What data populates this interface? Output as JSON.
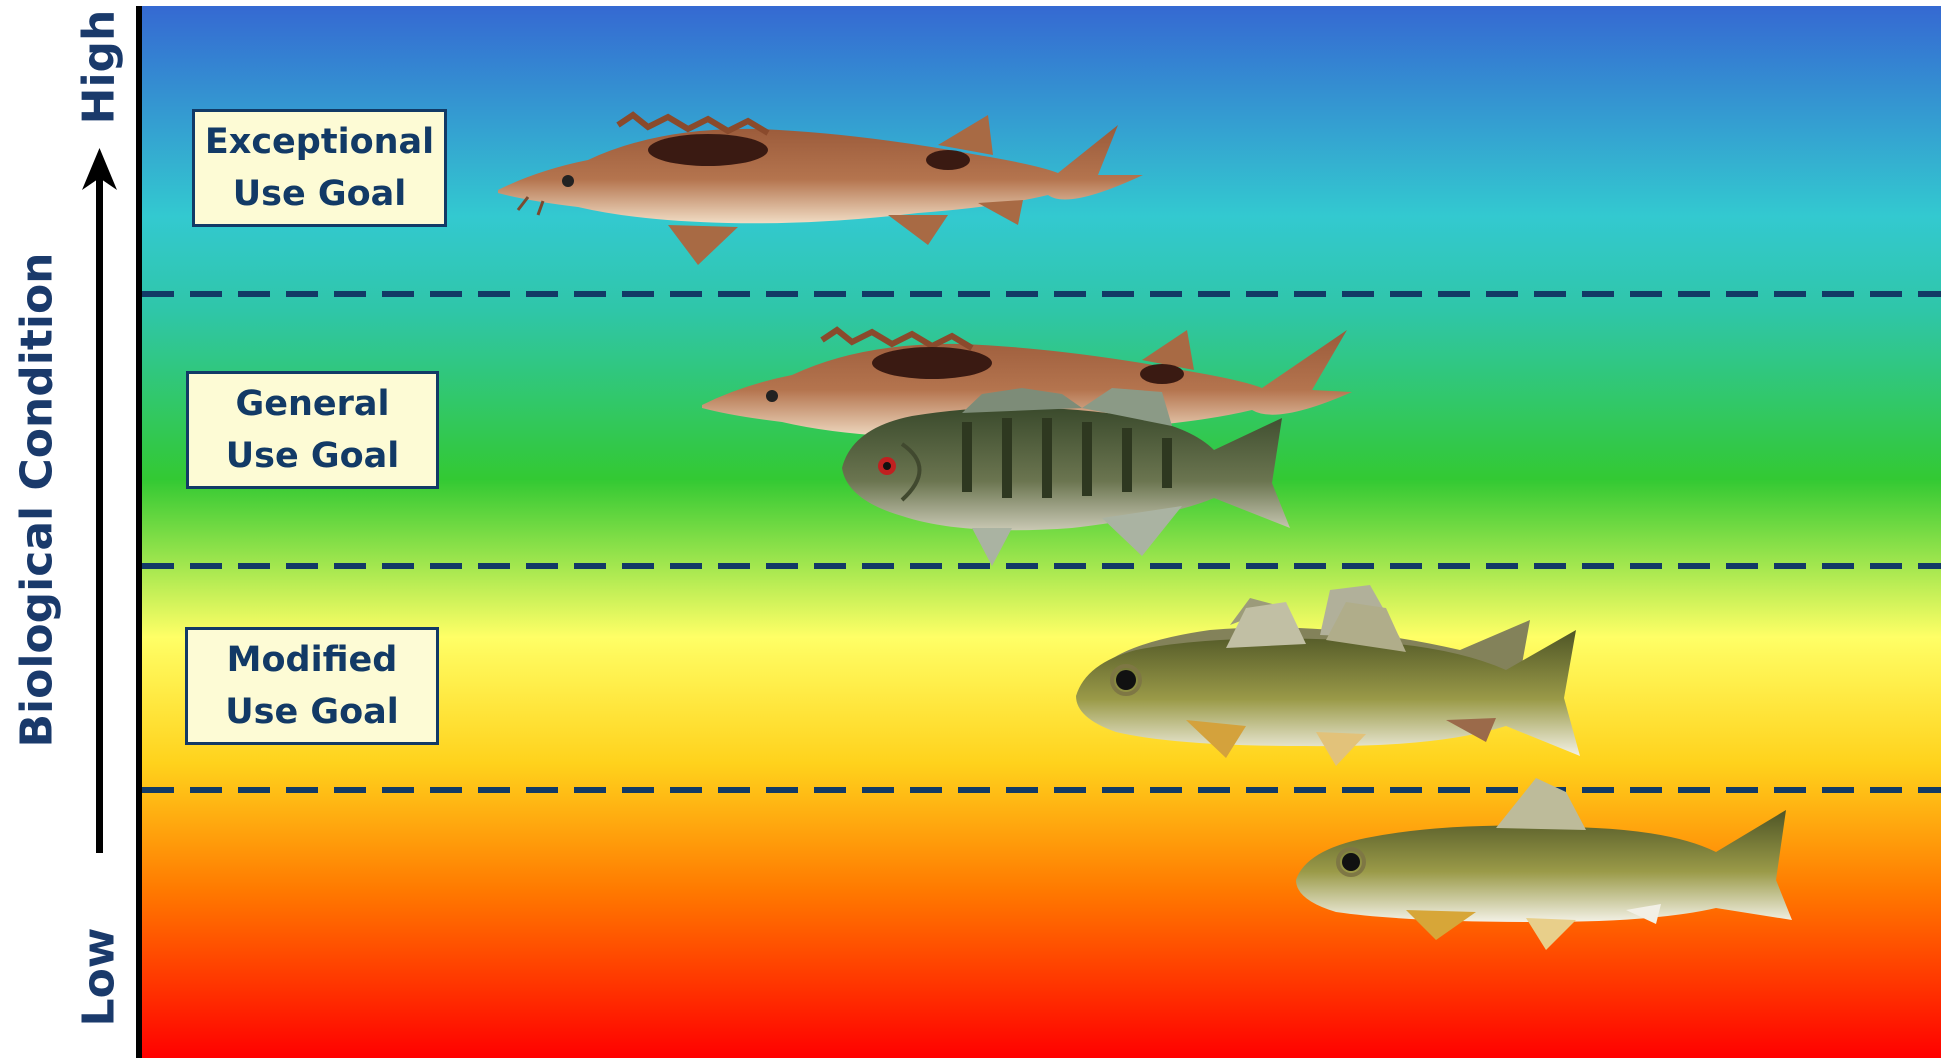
{
  "axis": {
    "title": "Biological Condition",
    "high_label": "High",
    "low_label": "Low"
  },
  "goals": [
    {
      "line1": "Exceptional",
      "line2": "Use Goal"
    },
    {
      "line1": "General",
      "line2": "Use Goal"
    },
    {
      "line1": "Modified",
      "line2": "Use Goal"
    }
  ],
  "colors": {
    "text": "#123a66",
    "box_fill": "#fdfbd5",
    "gradient": [
      "#3366cc",
      "#33cccc",
      "#33cc33",
      "#ffff66",
      "#ff9900",
      "#ff0000"
    ],
    "divider": "#123a66"
  },
  "fish": [
    "sturgeon",
    "sturgeon",
    "smallmouth-bass",
    "sucker",
    "minnow"
  ]
}
